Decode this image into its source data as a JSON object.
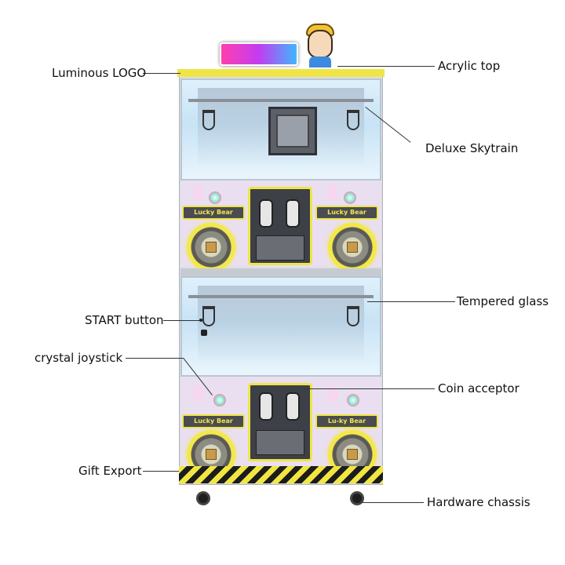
{
  "diagram": {
    "callouts": [
      {
        "id": "luminous-logo",
        "label": "Luminous LOGO",
        "side": "left"
      },
      {
        "id": "acrylic-top",
        "label": "Acrylic top",
        "side": "right"
      },
      {
        "id": "deluxe-skytrain",
        "label": "Deluxe Skytrain",
        "side": "right"
      },
      {
        "id": "tempered-glass",
        "label": "Tempered glass",
        "side": "right"
      },
      {
        "id": "start-button",
        "label": "START button",
        "side": "left"
      },
      {
        "id": "crystal-joystick",
        "label": "crystal joystick",
        "side": "left"
      },
      {
        "id": "coin-acceptor",
        "label": "Coin acceptor",
        "side": "right"
      },
      {
        "id": "gift-export",
        "label": "Gift Export",
        "side": "left"
      },
      {
        "id": "hardware-chassis",
        "label": "Hardware chassis",
        "side": "right"
      }
    ],
    "machine": {
      "tray_labels": [
        "Lucky Bear",
        "Lucky Bear",
        "Lucky Bear",
        "Lu-ky Bear"
      ],
      "accent_color": "#f0e547",
      "hazard_color": "#1c1c1c"
    }
  }
}
